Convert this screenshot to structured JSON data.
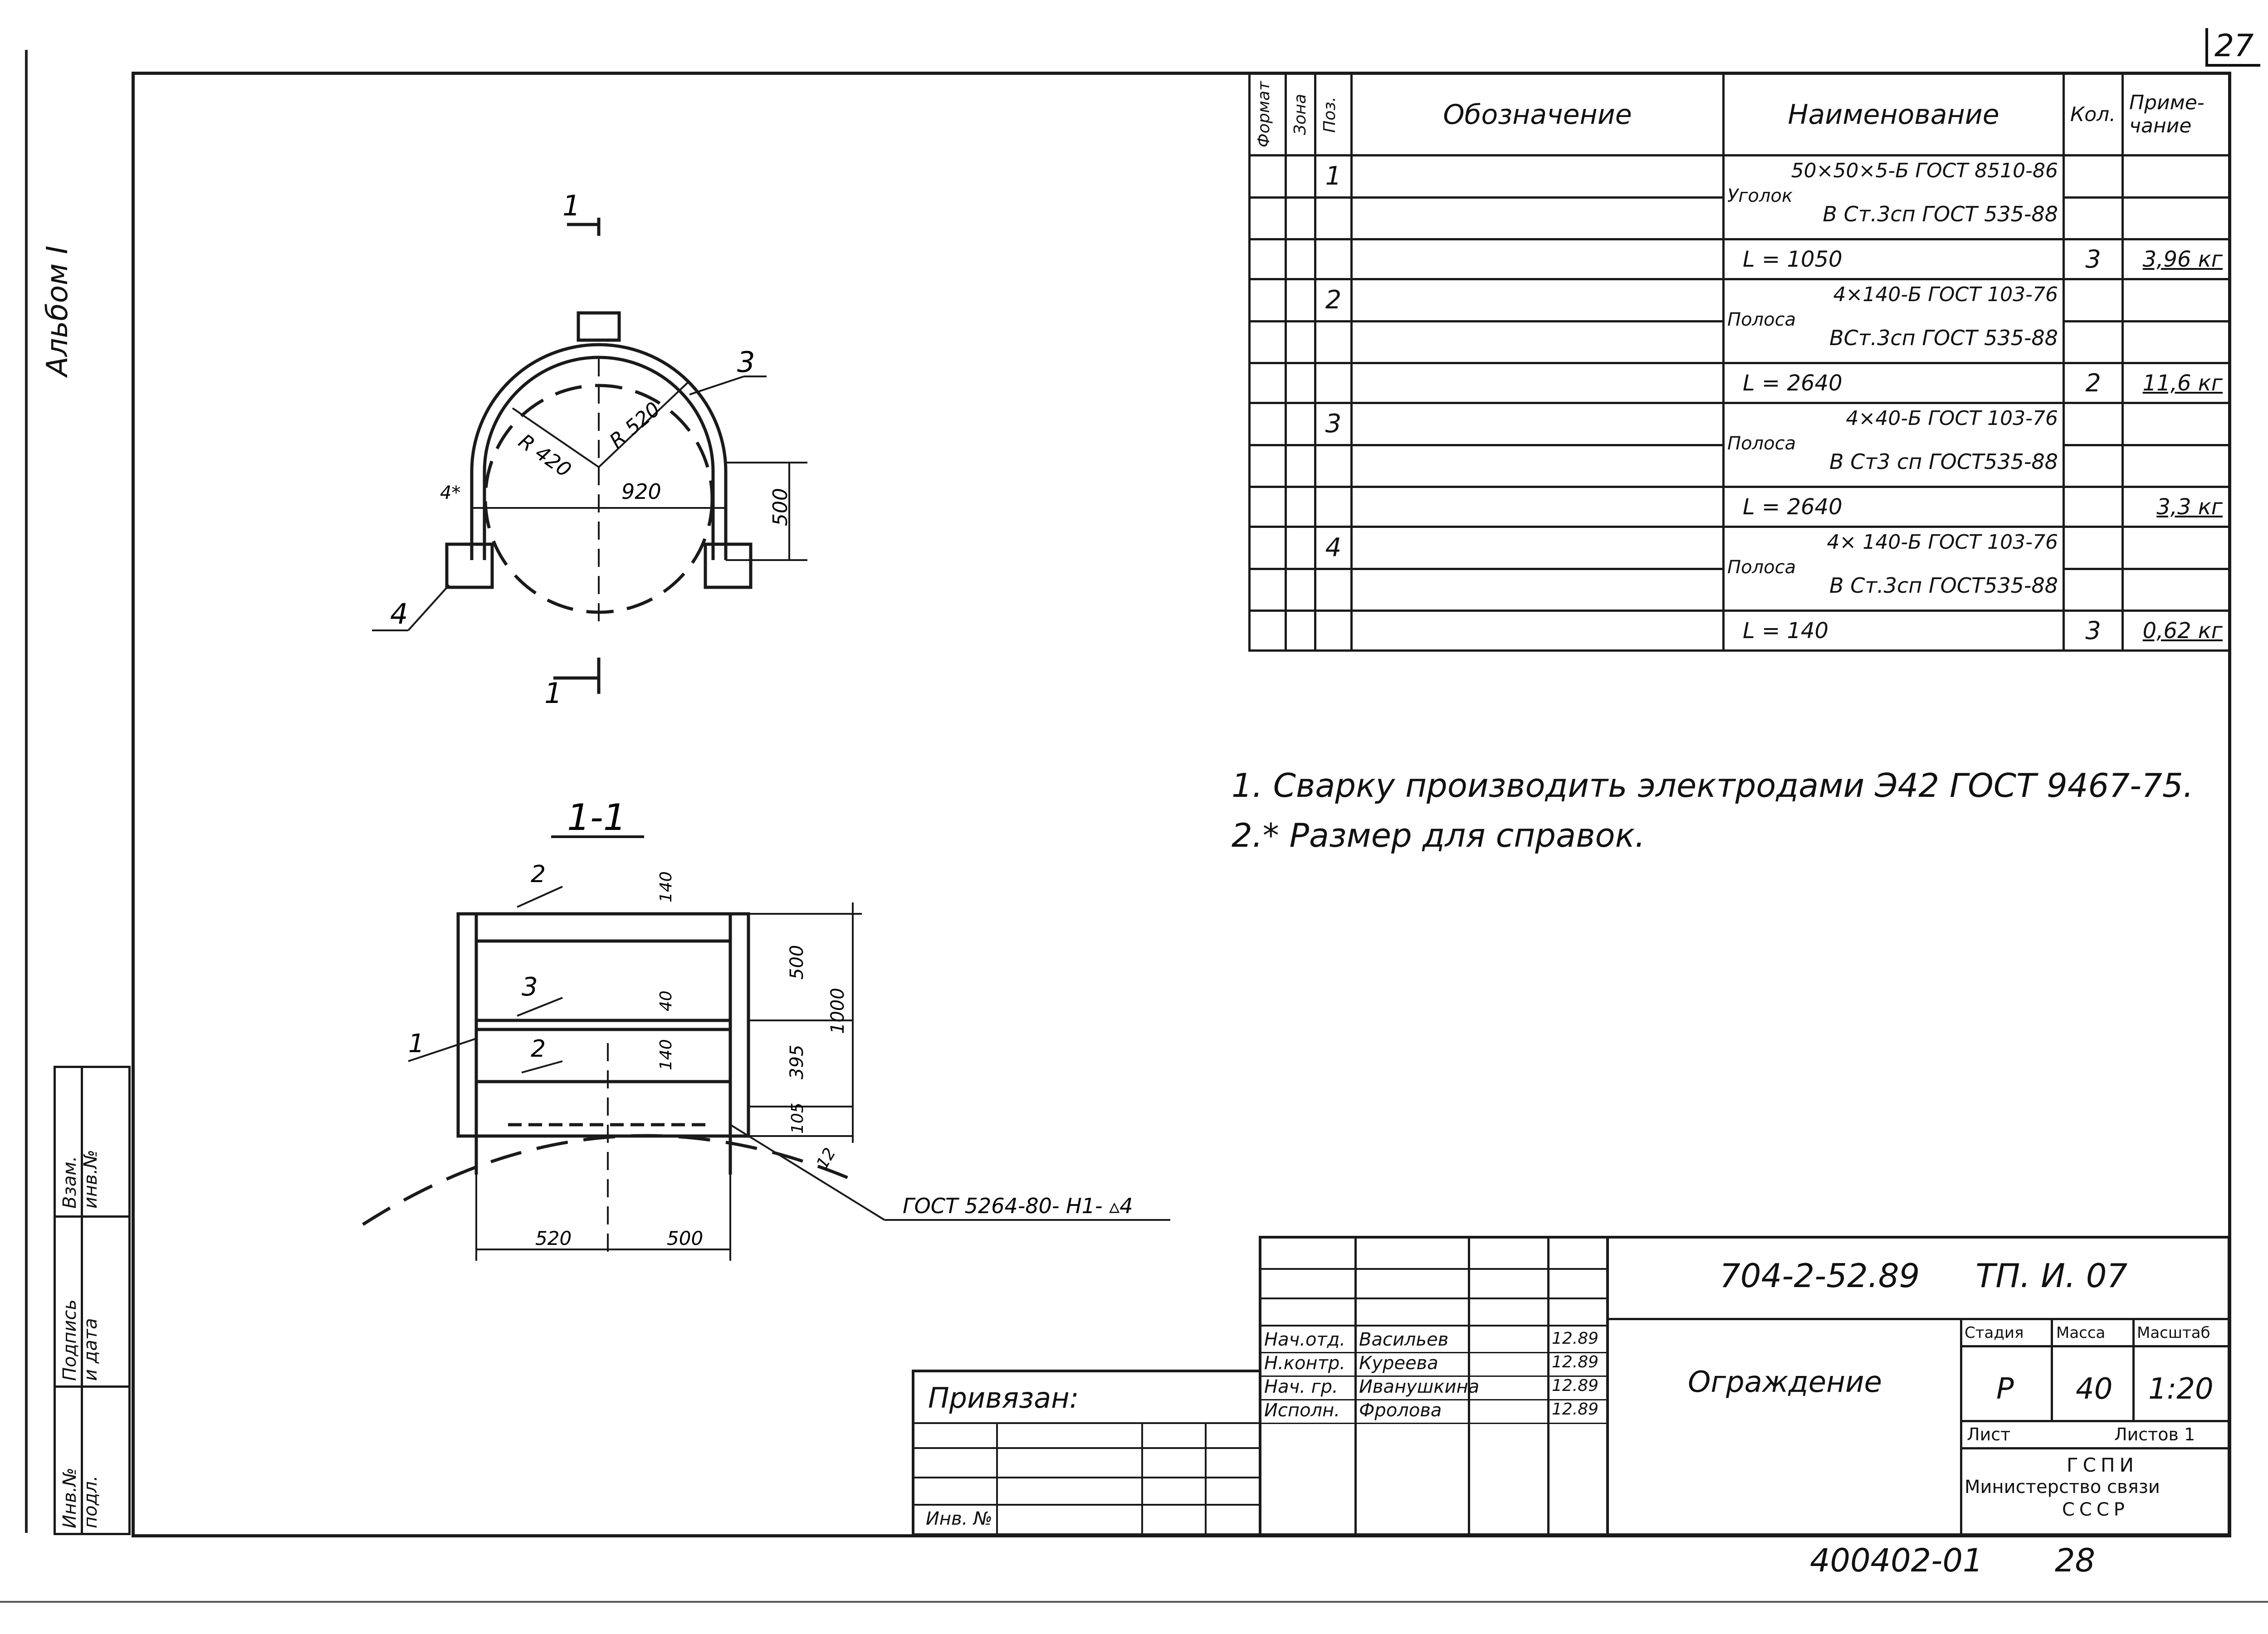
{
  "sheet": {
    "page_number": "27",
    "album_label": "Альбом I",
    "bottom_code": "400402-01",
    "bottom_page": "28"
  },
  "spec_table": {
    "headers": {
      "format": "Формат",
      "zone": "Зона",
      "pos": "Поз.",
      "designation": "Обозначение",
      "name": "Наименование",
      "qty": "Кол.",
      "note": "Приме-\nчание"
    },
    "items": [
      {
        "pos": "1",
        "type": "Уголок",
        "line1": "50×50×5-Б ГОСТ 8510-86",
        "line2": "В Ст.3сп ГОСТ 535-88",
        "length": "L = 1050",
        "qty": "3",
        "mass": "3,96 кг"
      },
      {
        "pos": "2",
        "type": "Полоса",
        "line1": "4×140-Б ГОСТ 103-76",
        "line2": "ВСт.3сп ГОСТ 535-88",
        "length": "L = 2640",
        "qty": "2",
        "mass": "11,6 кг"
      },
      {
        "pos": "3",
        "type": "Полоса",
        "line1": "4×40-Б ГОСТ 103-76",
        "line2": "В Ст3 сп ГОСТ535-88",
        "length": "L = 2640",
        "qty": "",
        "mass": "3,3 кг"
      },
      {
        "pos": "4",
        "type": "Полоса",
        "line1": "4× 140-Б ГОСТ 103-76",
        "line2": "В Ст.3сп ГОСТ535-88",
        "length": "L = 140",
        "qty": "3",
        "mass": "0,62 кг"
      }
    ]
  },
  "notes": [
    "1. Сварку производить электродами Э42 ГОСТ 9467-75.",
    "2.* Размер для справок."
  ],
  "drawing_top": {
    "section_mark": "1",
    "dim_r420": "R 420",
    "dim_r520": "R 520",
    "dim_920": "920",
    "dim_500": "500",
    "dim_4": "4*",
    "callout_3": "3",
    "callout_4": "4"
  },
  "drawing_section": {
    "title": "1-1",
    "callouts": [
      "2",
      "3",
      "2",
      "1"
    ],
    "dims": [
      "140",
      "500",
      "1000",
      "40",
      "140",
      "395",
      "105",
      "12",
      "520",
      "500"
    ],
    "weld_note": "ГОСТ 5264-80- Н1- ▵4"
  },
  "title_block": {
    "doc_code": "704-2-52.89",
    "doc_sub": "ТП. И. 07",
    "object_name": "Ограждение",
    "stage_label": "Стадия",
    "mass_label": "Масса",
    "scale_label": "Масштаб",
    "stage": "Р",
    "mass": "40",
    "scale": "1:20",
    "sheet_label": "Лист",
    "sheets_label": "Листов 1",
    "org_line1": "ГСПИ",
    "org_line2": "Министерство связи",
    "org_line3": "СССР",
    "signatures": [
      {
        "role": "Нач.отд.",
        "name": "Васильев",
        "date": "12.89"
      },
      {
        "role": "Н.контр.",
        "name": "Куреева",
        "date": "12.89"
      },
      {
        "role": "Нач. гр.",
        "name": "Иванушкина",
        "date": "12.89"
      },
      {
        "role": "Исполн.",
        "name": "Фролова",
        "date": "12.89"
      }
    ],
    "bound_label": "Привязан:",
    "inv_label": "Инв. №"
  },
  "side_stamp": {
    "col1": "Взам. инв.№",
    "col2": "Подпись и дата",
    "col3": "Инв.№ подл."
  }
}
